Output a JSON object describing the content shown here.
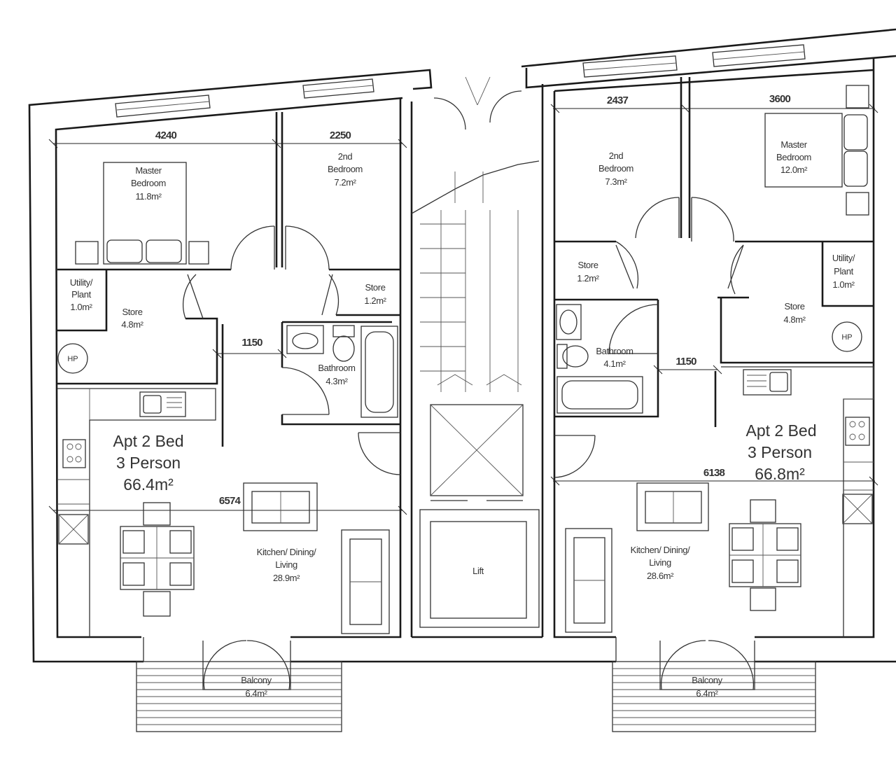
{
  "left_apartment": {
    "apt_type": "Apt 2 Bed",
    "occupancy": "3 Person",
    "total_area": "66.4m²",
    "dimensions": {
      "master_width": "4240",
      "second_width": "2250",
      "hall_width": "1150",
      "living_width": "6574"
    },
    "rooms": {
      "master_bedroom": {
        "name_line1": "Master",
        "name_line2": "Bedroom",
        "area": "11.8m²"
      },
      "second_bedroom": {
        "name_line1": "2nd",
        "name_line2": "Bedroom",
        "area": "7.2m²"
      },
      "utility": {
        "name_line1": "Utility/",
        "name_line2": "Plant",
        "area": "1.0m²"
      },
      "store_large": {
        "name": "Store",
        "area": "4.8m²"
      },
      "store_small": {
        "name": "Store",
        "area": "1.2m²"
      },
      "bathroom": {
        "name": "Bathroom",
        "area": "4.3m²"
      },
      "kitchen_living": {
        "name_line1": "Kitchen/ Dining/",
        "name_line2": "Living",
        "area": "28.9m²"
      },
      "balcony": {
        "name": "Balcony",
        "area": "6.4m²"
      }
    },
    "heat_pump_label": "HP"
  },
  "right_apartment": {
    "apt_type": "Apt 2 Bed",
    "occupancy": "3 Person",
    "total_area": "66.8m²",
    "dimensions": {
      "second_width": "2437",
      "master_width": "3600",
      "hall_width": "1150",
      "living_width": "6138"
    },
    "rooms": {
      "master_bedroom": {
        "name_line1": "Master",
        "name_line2": "Bedroom",
        "area": "12.0m²"
      },
      "second_bedroom": {
        "name_line1": "2nd",
        "name_line2": "Bedroom",
        "area": "7.3m²"
      },
      "utility": {
        "name_line1": "Utility/",
        "name_line2": "Plant",
        "area": "1.0m²"
      },
      "store_large": {
        "name": "Store",
        "area": "4.8m²"
      },
      "store_small": {
        "name": "Store",
        "area": "1.2m²"
      },
      "bathroom": {
        "name": "Bathroom",
        "area": "4.1m²"
      },
      "kitchen_living": {
        "name_line1": "Kitchen/ Dining/",
        "name_line2": "Living",
        "area": "28.6m²"
      },
      "balcony": {
        "name": "Balcony",
        "area": "6.4m²"
      }
    },
    "heat_pump_label": "HP"
  },
  "core": {
    "lift_label": "Lift"
  },
  "icons": [
    "heat-pump-icon",
    "hob-icon",
    "sink-icon",
    "toilet-icon",
    "bathtub-icon",
    "double-bed-icon",
    "sofa-icon",
    "dining-table-icon",
    "door-swing-icon",
    "window-icon",
    "stair-icon",
    "lift-shaft-icon",
    "riser-icon"
  ]
}
